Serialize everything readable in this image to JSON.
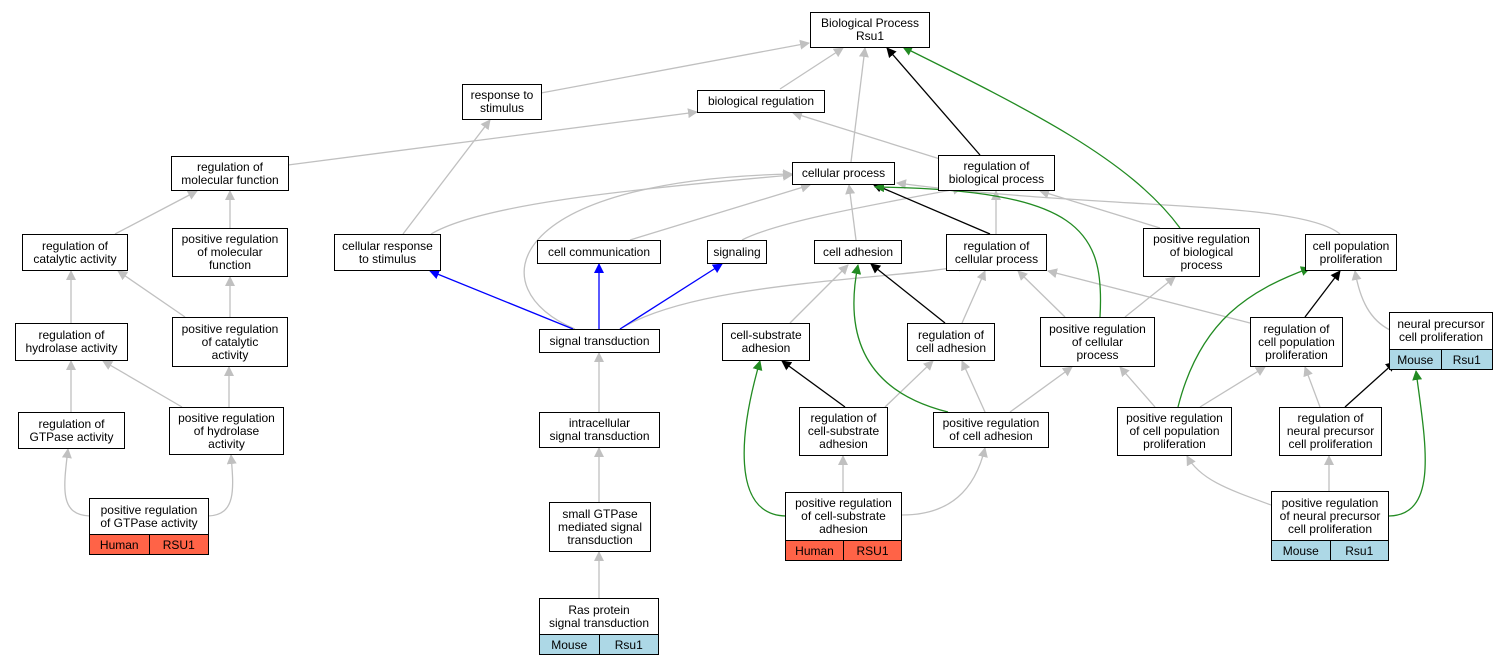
{
  "colors": {
    "gray": "#C0C0C0",
    "black": "#000000",
    "green": "#228B22",
    "blue": "#0000FF",
    "human_tag": "#FF6347",
    "mouse_tag": "#ADD8E6"
  },
  "nodes": {
    "bp": "Biological Process\nRsu1",
    "resp_stim": "response to\nstimulus",
    "bio_reg": "biological regulation",
    "reg_mol_func": "regulation of\nmolecular function",
    "cellular_process": "cellular process",
    "reg_bio_proc": "regulation of\nbiological process",
    "reg_cat": "regulation of\ncatalytic activity",
    "pos_reg_mol_func": "positive regulation\nof molecular\nfunction",
    "cell_resp_stim": "cellular response\nto stimulus",
    "cell_comm": "cell communication",
    "signaling": "signaling",
    "cell_adhesion": "cell adhesion",
    "reg_cell_proc": "regulation of\ncellular process",
    "pos_reg_bio_proc": "positive regulation\nof biological\nprocess",
    "cell_pop_prolif": "cell population\nproliferation",
    "reg_hydrolase": "regulation of\nhydrolase activity",
    "pos_reg_cat": "positive regulation\nof catalytic\nactivity",
    "signal_trans": "signal transduction",
    "cell_sub_adh": "cell-substrate\nadhesion",
    "reg_cell_adh": "regulation of\ncell adhesion",
    "pos_reg_cell_proc": "positive regulation\nof cellular\nprocess",
    "reg_cell_pop_prolif": "regulation of\ncell population\nproliferation",
    "neural_prec_prolif": "neural precursor\ncell proliferation",
    "reg_gtpase": "regulation of\nGTPase activity",
    "pos_reg_hydrolase": "positive regulation\nof hydrolase\nactivity",
    "intracell_sig": "intracellular\nsignal transduction",
    "reg_cell_sub_adh": "regulation of\ncell-substrate\nadhesion",
    "pos_reg_cell_adh": "positive regulation\nof cell adhesion",
    "pos_reg_cell_pop_prolif": "positive regulation\nof cell population\nproliferation",
    "reg_neural_prec": "regulation of\nneural precursor\ncell proliferation",
    "pos_reg_gtpase": "positive regulation\nof GTPase activity",
    "small_gtpase": "small GTPase\nmediated signal\ntransduction",
    "pos_reg_cell_sub_adh": "positive regulation\nof cell-substrate\nadhesion",
    "pos_reg_neural_prec": "positive regulation\nof neural precursor\ncell proliferation",
    "ras_sig": "Ras protein\nsignal transduction"
  },
  "tags": {
    "pos_reg_gtpase": [
      "Human",
      "RSU1"
    ],
    "pos_reg_cell_sub_adh": [
      "Human",
      "RSU1"
    ],
    "pos_reg_neural_prec": [
      "Mouse",
      "Rsu1"
    ],
    "neural_prec_prolif": [
      "Mouse",
      "Rsu1"
    ],
    "ras_sig": [
      "Mouse",
      "Rsu1"
    ]
  }
}
